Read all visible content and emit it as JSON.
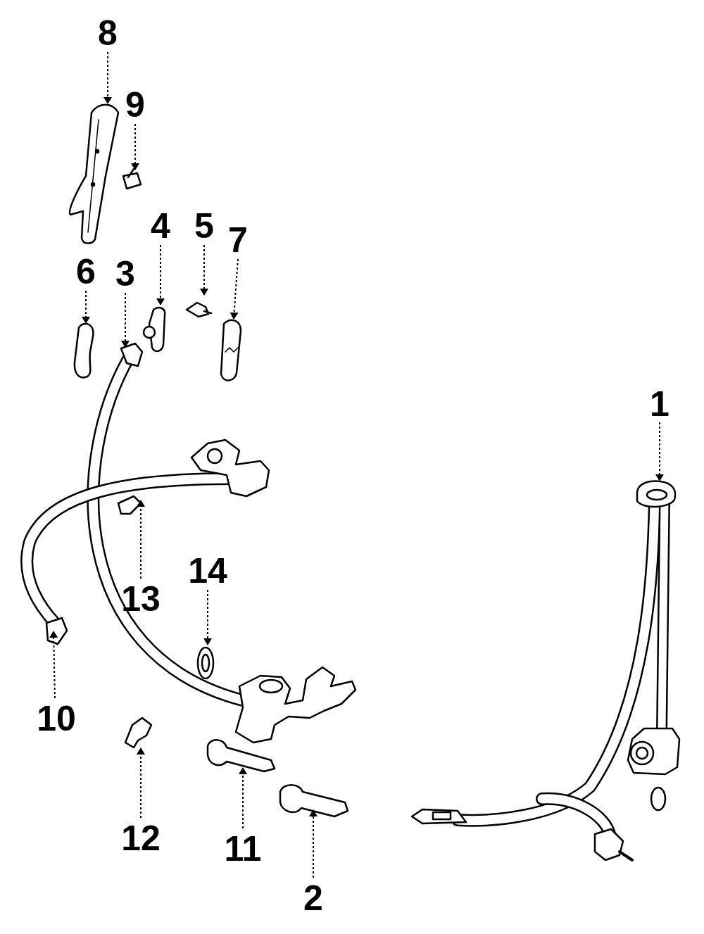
{
  "diagram": {
    "labels": [
      "8",
      "9",
      "4",
      "5",
      "7",
      "6",
      "3",
      "1",
      "13",
      "14",
      "10",
      "12",
      "11",
      "2"
    ]
  }
}
